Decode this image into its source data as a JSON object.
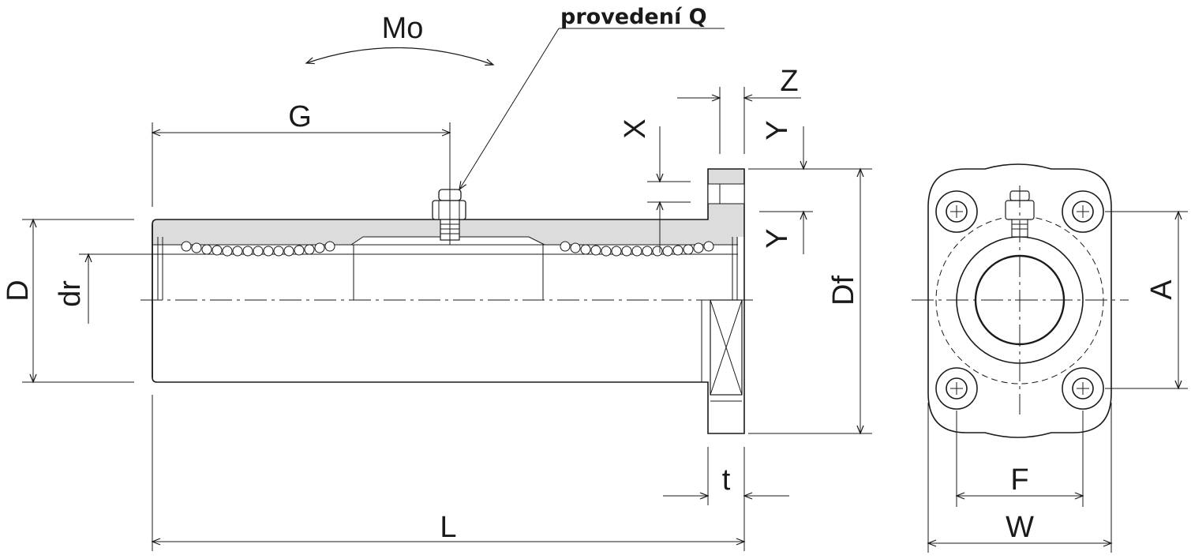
{
  "labels": {
    "mo": "Mo",
    "callout": "provedení Q",
    "g": "G",
    "z": "Z",
    "x": "X",
    "y_top": "Y",
    "y_bottom": "Y",
    "d": "D",
    "dr": "dr",
    "df": "Df",
    "a": "A",
    "t": "t",
    "l": "L",
    "f": "F",
    "w": "W"
  },
  "colors": {
    "line": "#1a1a1a",
    "body_fill": "#dcdcdc",
    "background": "#ffffff"
  }
}
